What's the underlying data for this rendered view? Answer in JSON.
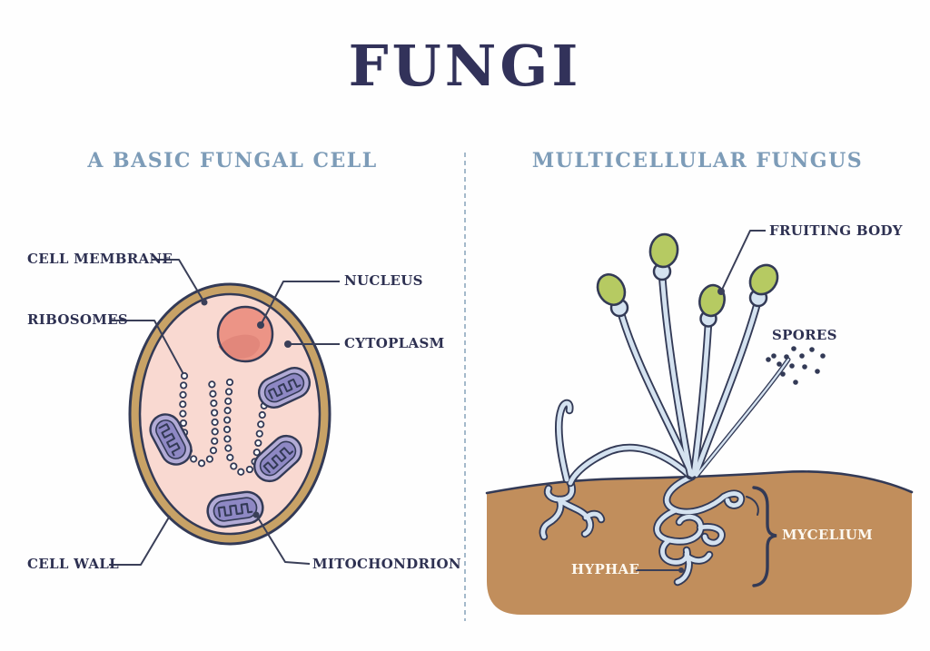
{
  "title": "FUNGI",
  "left_panel": {
    "heading": "A BASIC FUNGAL CELL",
    "labels": {
      "cell_membrane": "CELL MEMBRANE",
      "ribosomes": "RIBOSOMES",
      "nucleus": "NUCLEUS",
      "cytoplasm": "CYTOPLASM",
      "cell_wall": "CELL WALL",
      "mitochondrion": "MITOCHONDRION"
    }
  },
  "right_panel": {
    "heading": "MULTICELLULAR FUNGUS",
    "labels": {
      "fruiting_body": "FRUITING BODY",
      "spores": "SPORES",
      "mycelium": "MYCELIUM",
      "hyphae": "HYPHAE"
    }
  },
  "colors": {
    "background": "#fefefe",
    "title": "#32325a",
    "heading": "#7d9cb8",
    "label": "#2e3152",
    "line": "#3a3f58",
    "outline": "#333a56",
    "divider": "#a4b9ca",
    "cell-wall": "#c8a266",
    "cytoplasm": "#f9d9d1",
    "nucleus": "#ec9486",
    "nucleus-shade": "#e2877b",
    "mito-light": "#b2abd6",
    "mito-dark": "#8e88c4",
    "stalk": "#d4e2f0",
    "green": "#b6ca62",
    "soil": "#c18e5c",
    "white-label": "#fdf9f1"
  }
}
